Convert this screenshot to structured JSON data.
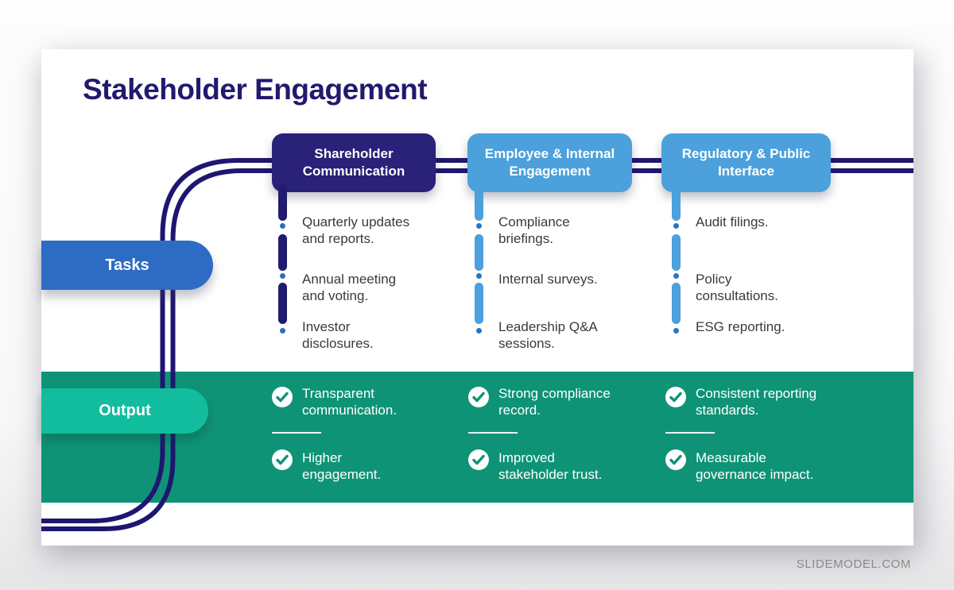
{
  "page": {
    "title": "Stakeholder Engagement",
    "footer": "SLIDEMODEL.COM"
  },
  "row_labels": {
    "tasks": "Tasks",
    "output": "Output"
  },
  "columns": [
    {
      "header": "Shareholder\nCommunication",
      "tasks": [
        "Quarterly updates\nand reports.",
        "Annual meeting\nand voting.",
        "Investor\ndisclosures."
      ],
      "outputs": [
        "Transparent\ncommunication.",
        "Higher\nengagement."
      ]
    },
    {
      "header": "Employee & Internal\nEngagement",
      "tasks": [
        "Compliance\nbriefings.",
        "Internal surveys.",
        "Leadership Q&A\nsessions."
      ],
      "outputs": [
        "Strong compliance\nrecord.",
        "Improved\nstakeholder trust."
      ]
    },
    {
      "header": "Regulatory & Public\nInterface",
      "tasks": [
        "Audit filings.",
        "Policy\nconsultations.",
        "ESG reporting."
      ],
      "outputs": [
        "Consistent reporting\nstandards.",
        "Measurable\ngovernance impact."
      ]
    }
  ],
  "colors": {
    "title_navy": "#221a6e",
    "line_navy": "#1e1770",
    "header_navy": "#2a2178",
    "header_blue": "#4ca0db",
    "tasks_pill_blue": "#2e6cc4",
    "output_pill_teal": "#12bd9e",
    "output_band_green": "#0f9377",
    "task_text": "#3a3a3a",
    "dot_blue": "#2874c8"
  },
  "icons": {
    "check": "checkmark-circle"
  }
}
